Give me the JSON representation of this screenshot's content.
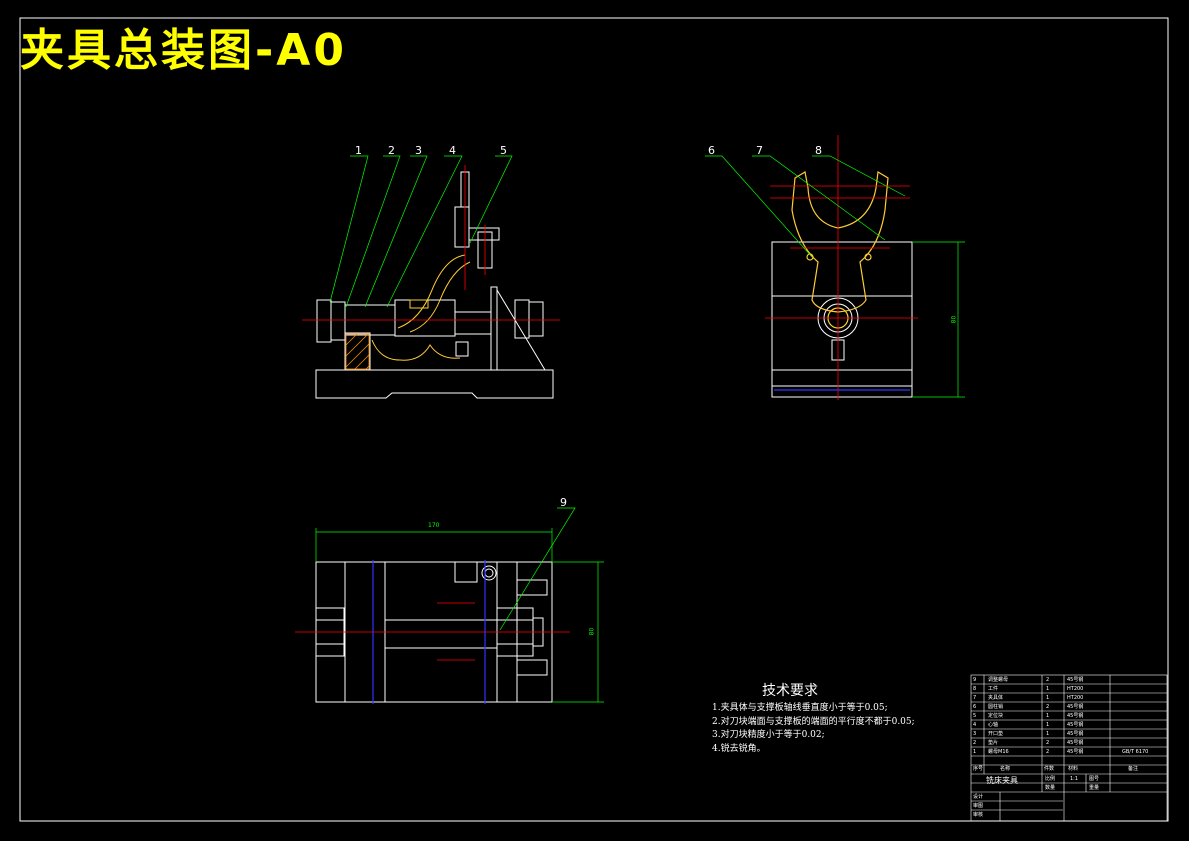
{
  "title": "夹具总装图-A0",
  "callouts": [
    "1",
    "2",
    "3",
    "4",
    "5",
    "6",
    "7",
    "8",
    "9"
  ],
  "dimensions": {
    "width_top_view": "170",
    "height_top_view": "80",
    "height_side_view": "80"
  },
  "technical_requirements": {
    "heading": "技术要求",
    "items": [
      "1.夹具体与支撑板轴线垂直度小于等于0.05;",
      "2.对刀块端面与支撑板的端面的平行度不都于0.05;",
      "3.对刀块精度小于等于0.02;",
      "4.锐去锐角。"
    ]
  },
  "parts_list": [
    {
      "no": "9",
      "name": "调整螺母",
      "qty": "2",
      "material": "45号钢",
      "note": ""
    },
    {
      "no": "8",
      "name": "工件",
      "qty": "1",
      "material": "HT200",
      "note": ""
    },
    {
      "no": "7",
      "name": "夹具体",
      "qty": "1",
      "material": "HT200",
      "note": ""
    },
    {
      "no": "6",
      "name": "圆柱销",
      "qty": "2",
      "material": "45号钢",
      "note": ""
    },
    {
      "no": "5",
      "name": "定位块",
      "qty": "1",
      "material": "45号钢",
      "note": ""
    },
    {
      "no": "4",
      "name": "心轴",
      "qty": "1",
      "material": "45号钢",
      "note": ""
    },
    {
      "no": "3",
      "name": "开口垫",
      "qty": "1",
      "material": "45号钢",
      "note": ""
    },
    {
      "no": "2",
      "name": "垫片",
      "qty": "2",
      "material": "45号钢",
      "note": ""
    },
    {
      "no": "1",
      "name": "螺母M16",
      "qty": "2",
      "material": "45号钢",
      "note": "GB/T 6170"
    }
  ],
  "parts_header": {
    "no": "序号",
    "name": "名称",
    "qty": "件数",
    "material": "材料",
    "note": "备注"
  },
  "title_block": {
    "drawing_name": "铣床夹具",
    "scale_label": "比例",
    "scale_value": "1:1",
    "sheet_label": "数量",
    "drawing_no_label": "图号",
    "weight_label": "重量",
    "designer": "设计",
    "checker": "审图",
    "approver": "审核"
  },
  "colors": {
    "background": "#000000",
    "title": "#ffff00",
    "outline": "#ffffff",
    "centerline": "#ff0000",
    "leader": "#00ff00",
    "part": "#ffcc33",
    "hidden": "#3333ff"
  }
}
